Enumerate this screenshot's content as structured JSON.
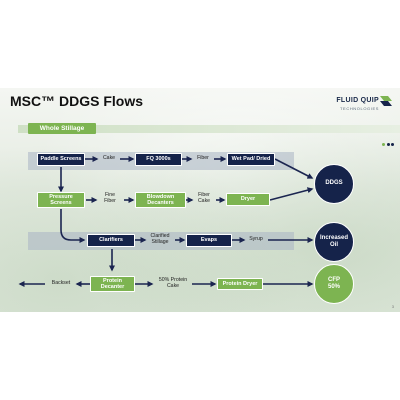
{
  "slide": {
    "title": "MSC™ DDGS Flows",
    "logo": {
      "brand": "FLUID QUIP",
      "sub": "TECHNOLOGIES"
    },
    "page_number": "3"
  },
  "colors": {
    "navy": "#15234a",
    "green": "#7db451",
    "arrow": "#1b2550",
    "dot1": "#7db451",
    "dot2": "#15234a",
    "dot3": "#15234a"
  },
  "diagram": {
    "start": "Whole Stillage",
    "row1": {
      "box1": "Paddle Screens",
      "label1": "Cake",
      "box2": "FQ 3000s",
      "label2": "Fiber",
      "box3": "Wet Pad/ Dried"
    },
    "row2": {
      "box1": "Pressure Screens",
      "label1": "Fine Fiber",
      "box2": "Blowdown Decanters",
      "label2": "Fiber Cake",
      "box3": "Dryer"
    },
    "row3": {
      "box1": "Clarifiers",
      "label1": "Clarified Stillage",
      "box2": "Evaps",
      "label2": "Syrup"
    },
    "row4": {
      "label0": "Backset",
      "box1": "Protein Decanter",
      "label1": "50% Protein Cake",
      "box2": "Protein Dryer"
    },
    "outputs": {
      "ddgs": "DDGS",
      "oil": "Increased Oil",
      "cfp": "CFP 50%"
    }
  }
}
